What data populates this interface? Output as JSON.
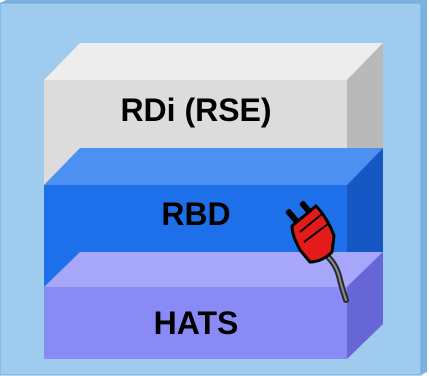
{
  "diagram": {
    "layers": [
      {
        "label": "RDi (RSE)",
        "colors": {
          "front": "#DCDCDC",
          "top": "#EDEDED",
          "side": "#B9B9B9",
          "text": "#000000"
        }
      },
      {
        "label": "RBD",
        "colors": {
          "front": "#1E6FEA",
          "top": "#4C90F2",
          "side": "#1558C4",
          "text": "#000000"
        }
      },
      {
        "label": "HATS",
        "colors": {
          "front": "#8A8AF7",
          "top": "#A6A6FB",
          "side": "#6666D6",
          "text": "#000000"
        }
      }
    ],
    "panel_colors": {
      "front": "#9FCBEF",
      "edge": "#6FA8DC",
      "side": "#7CB2E0"
    },
    "plug_icon": "power-plug-icon",
    "plug_colors": {
      "body": "#E31B1B",
      "prongs": "#000000",
      "cable": "#2A2A2A"
    }
  }
}
